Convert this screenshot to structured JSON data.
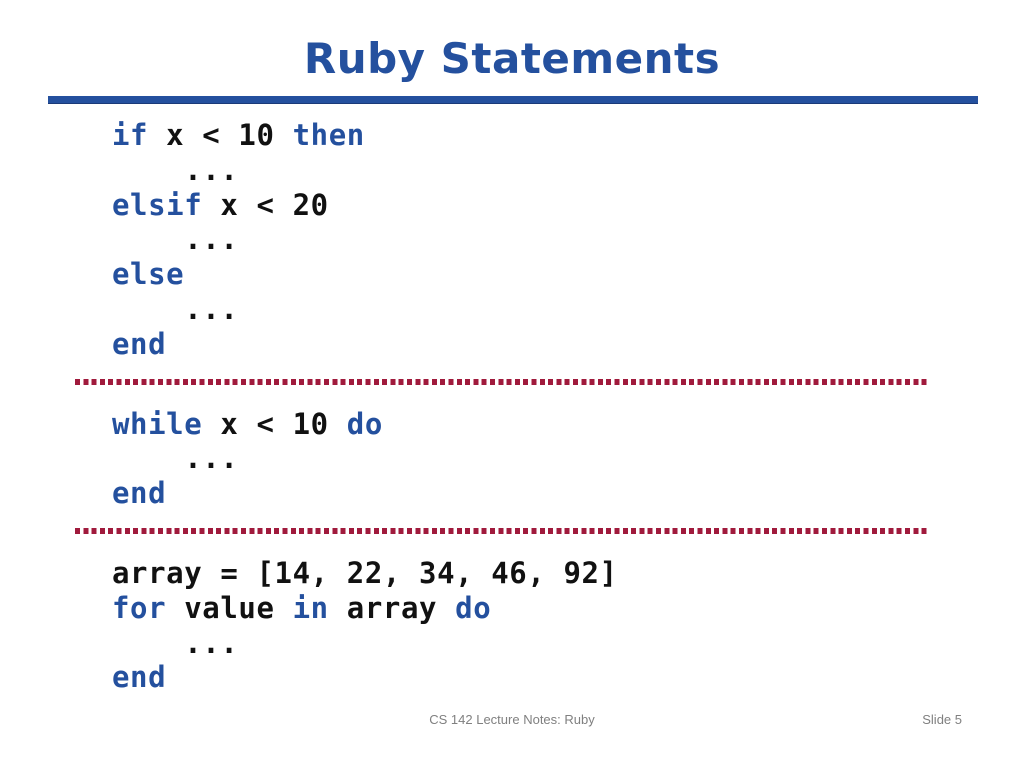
{
  "slide": {
    "title": "Ruby Statements",
    "title_color": "#24509E",
    "keyword_color": "#24509E",
    "text_color": "#111111",
    "separator_color": "#A01A3C",
    "background": "#ffffff"
  },
  "code": {
    "blocks": [
      {
        "name": "if-elsif-else-block",
        "lines": [
          {
            "tokens": [
              {
                "t": "if",
                "kind": "kw"
              },
              {
                "t": " x < 10 ",
                "kind": "plain"
              },
              {
                "t": "then",
                "kind": "kw"
              }
            ]
          },
          {
            "tokens": [
              {
                "t": "    ...",
                "kind": "plain"
              }
            ]
          },
          {
            "tokens": [
              {
                "t": "elsif",
                "kind": "kw"
              },
              {
                "t": " x < 20",
                "kind": "plain"
              }
            ]
          },
          {
            "tokens": [
              {
                "t": "    ...",
                "kind": "plain"
              }
            ]
          },
          {
            "tokens": [
              {
                "t": "else",
                "kind": "kw"
              }
            ]
          },
          {
            "tokens": [
              {
                "t": "    ...",
                "kind": "plain"
              }
            ]
          },
          {
            "tokens": [
              {
                "t": "end",
                "kind": "kw"
              }
            ]
          }
        ]
      },
      {
        "name": "while-block",
        "lines": [
          {
            "tokens": [
              {
                "t": "while",
                "kind": "kw"
              },
              {
                "t": " x < 10 ",
                "kind": "plain"
              },
              {
                "t": "do",
                "kind": "kw"
              }
            ]
          },
          {
            "tokens": [
              {
                "t": "    ...",
                "kind": "plain"
              }
            ]
          },
          {
            "tokens": [
              {
                "t": "end",
                "kind": "kw"
              }
            ]
          }
        ]
      },
      {
        "name": "for-block",
        "lines": [
          {
            "tokens": [
              {
                "t": "array = [14, 22, 34, 46, 92]",
                "kind": "plain"
              }
            ]
          },
          {
            "tokens": [
              {
                "t": "for",
                "kind": "kw"
              },
              {
                "t": " value ",
                "kind": "plain"
              },
              {
                "t": "in",
                "kind": "kw"
              },
              {
                "t": " array ",
                "kind": "plain"
              },
              {
                "t": "do",
                "kind": "kw"
              }
            ]
          },
          {
            "tokens": [
              {
                "t": "    ...",
                "kind": "plain"
              }
            ]
          },
          {
            "tokens": [
              {
                "t": "end",
                "kind": "kw"
              }
            ]
          }
        ]
      }
    ]
  },
  "footer": {
    "center": "CS 142 Lecture Notes: Ruby",
    "right": "Slide 5"
  }
}
